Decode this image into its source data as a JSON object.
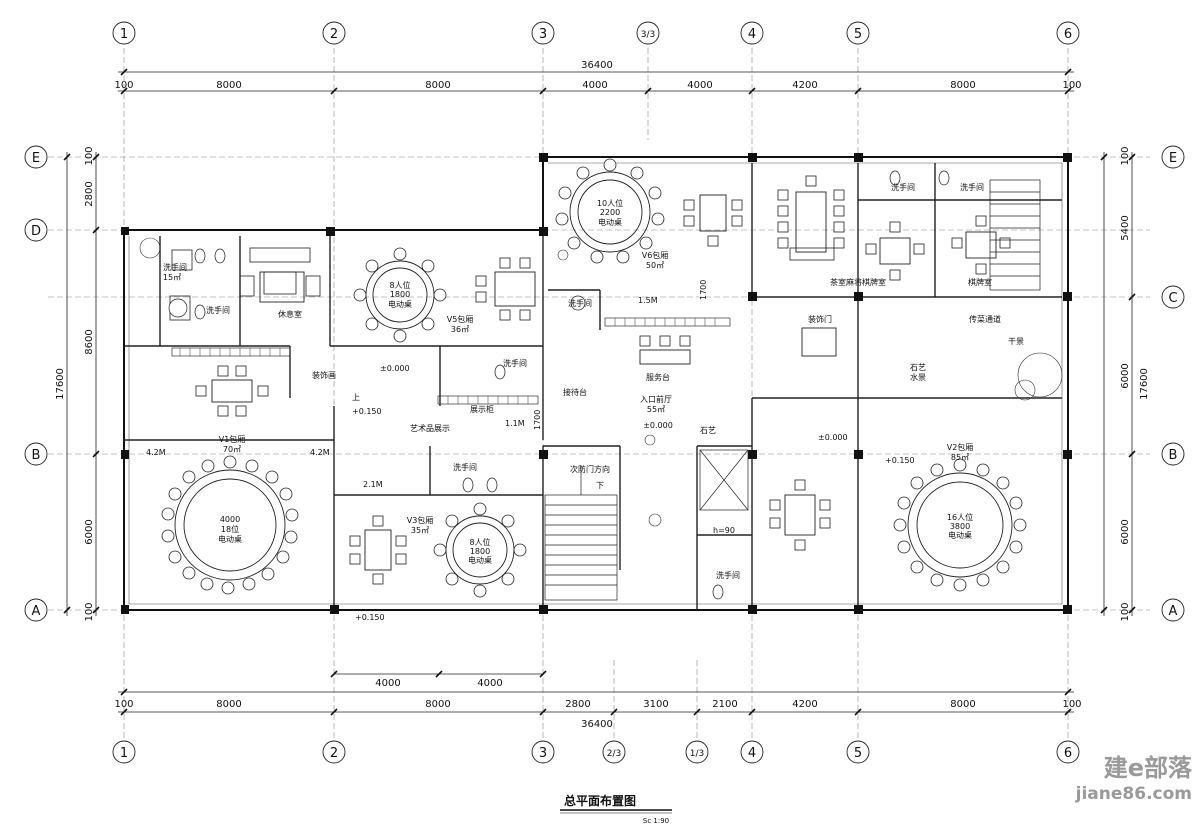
{
  "title": "总平面布置图",
  "scale": "Sc 1:90",
  "watermark": {
    "brand": "建e部落",
    "site": "jiane86.com"
  },
  "top_axes": [
    "1",
    "2",
    "3",
    "3/3",
    "4",
    "5",
    "6"
  ],
  "bottom_axes": [
    "1",
    "2",
    "3",
    "2/3",
    "1/3",
    "4",
    "5",
    "6"
  ],
  "side_axes": [
    "E",
    "D",
    "C",
    "B",
    "A"
  ],
  "top_dims": {
    "total": "36400",
    "edge_left": "100",
    "edge_right": "100",
    "spans": [
      "8000",
      "8000",
      "4000",
      "4000",
      "4200",
      "8000"
    ]
  },
  "bottom_dims": {
    "total": "36400",
    "edge_left": "100",
    "edge_right": "100",
    "sub": [
      "4000",
      "4000"
    ],
    "spans": [
      "8000",
      "8000",
      "2800",
      "3100",
      "2100",
      "4200",
      "8000"
    ]
  },
  "left_dims": {
    "total": "17600",
    "edge_top": "100",
    "edge_bottom": "100",
    "spans": [
      "2800",
      "8600",
      "6000"
    ]
  },
  "right_dims": {
    "total": "17600",
    "edge_top": "100",
    "edge_bottom": "100",
    "spans": [
      "5400",
      "6000",
      "6000"
    ]
  },
  "rooms": {
    "wash_left": "洗手间",
    "wash_left_area": "15㎡",
    "wash_small": "洗手间",
    "lounge": "休息室",
    "v5": "V5包厢",
    "v5_area": "36㎡",
    "v5_table": "8人位",
    "v5_size": "1800",
    "v5_type": "电动桌",
    "v6_table": "10人位",
    "v6_size": "2200",
    "v6_type": "电动桌",
    "v6": "V6包厢",
    "v6_area": "50㎡",
    "tea": "茶室麻将棋牌室",
    "mahjong": "棋牌室",
    "wash_t1": "洗手间",
    "wash_t2": "洗手间",
    "wash_mid": "洗手间",
    "wash_mid2": "洗手间",
    "wash_v3": "洗手间",
    "wash_east": "洗手间",
    "service": "服务台",
    "lobby": "入口前厅",
    "lobby_area": "55㎡",
    "lobby_level": "±0.000",
    "v1": "V1包厢",
    "v1_area": "70㎡",
    "v1_size": "4000",
    "v1_table": "18位",
    "v1_type": "电动桌",
    "v3": "V3包厢",
    "v3_area": "35㎡",
    "v3_table": "8人位",
    "v3_size": "1800",
    "v3_type": "电动桌",
    "v2": "V2包厢",
    "v2_area": "85㎡",
    "v2_table": "16人位",
    "v2_size": "3800",
    "v2_type": "电动桌",
    "corridor": "传菜通道",
    "door_dir": "次防门方向",
    "h90": "h=90"
  },
  "notes": {
    "n1": "±0.000",
    "n2": "+0.150",
    "n3": "+0.150",
    "n4": "+0.150",
    "n5": "±0.000",
    "n6": "装饰画",
    "n7": "艺术品展示",
    "n8": "展示柜",
    "n9": "装饰门",
    "n10": "接待台",
    "n11": "石艺",
    "n12": "4.2M",
    "n13": "4.2M",
    "n14": "2.1M",
    "n15": "1.5M",
    "n16": "1.1M",
    "n17": "干景",
    "n18": "石艺",
    "n19": "水景",
    "n20": "1700",
    "n21": "1700",
    "n22": "上",
    "n23": "下"
  }
}
